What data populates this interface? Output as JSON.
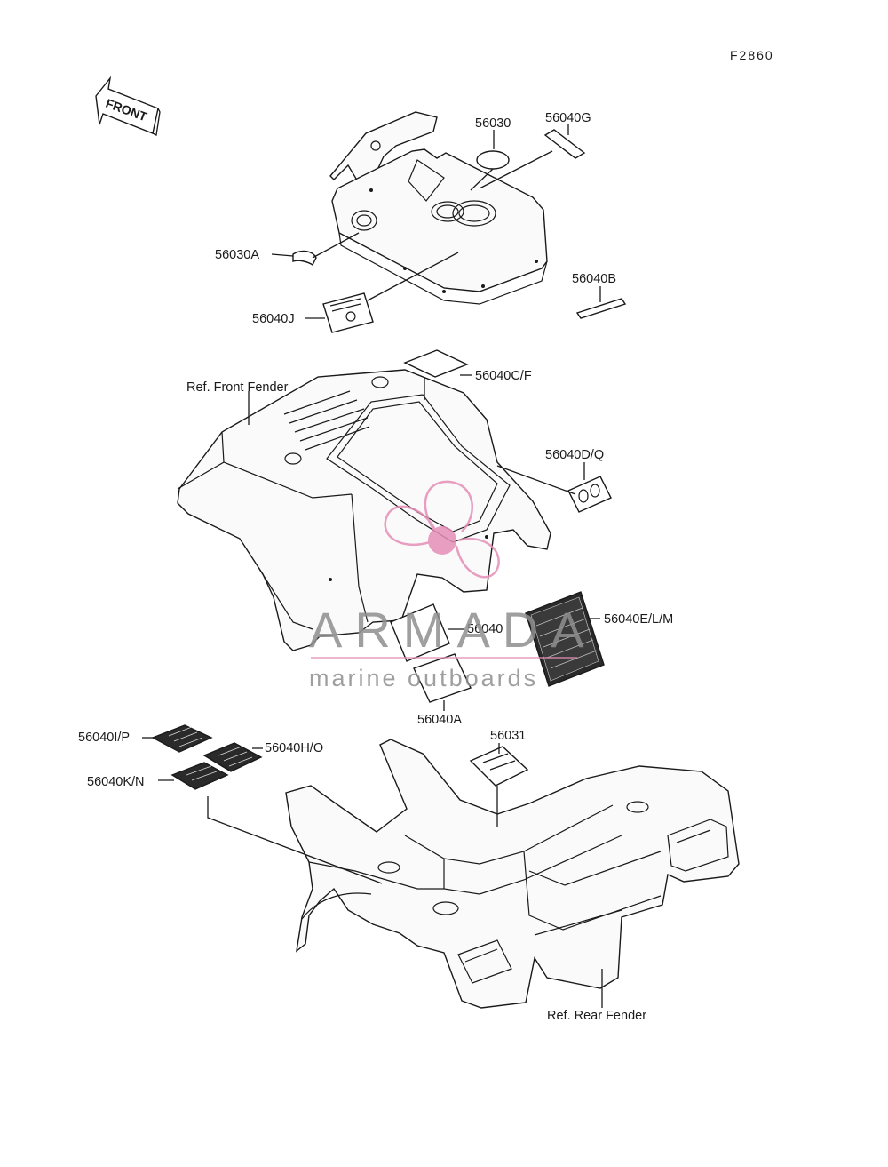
{
  "figure_code": "F2860",
  "front_arrow_label": "FRONT",
  "labels": {
    "p56030": "56030",
    "p56040G": "56040G",
    "p56030A": "56030A",
    "p56040B": "56040B",
    "p56040J": "56040J",
    "p56040CF": "56040C/F",
    "ref_front_fender": "Ref. Front Fender",
    "p56040DQ": "56040D/Q",
    "p56040": "56040",
    "p56040ELM": "56040E/L/M",
    "p56040A": "56040A",
    "p56040IP": "56040I/P",
    "p56040HO": "56040H/O",
    "p56040KN": "56040K/N",
    "p56031": "56031",
    "ref_rear_fender": "Ref. Rear Fender"
  },
  "watermark": {
    "brand": "ARMADA",
    "tagline": "marine outboards",
    "logo_color": "#e48fb6",
    "text_color": "#8f8f8f"
  }
}
